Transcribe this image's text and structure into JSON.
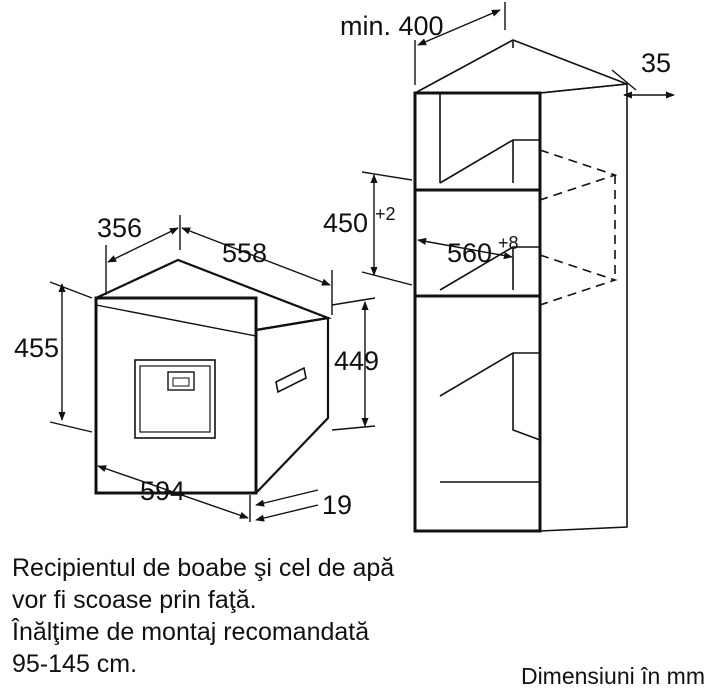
{
  "dimensions": {
    "cabinet_min_width": "min. 400",
    "cabinet_gap": "35",
    "niche_height": "450",
    "niche_height_tol": "+2",
    "niche_width": "560",
    "niche_width_tol": "+8",
    "appliance_depth": "356",
    "appliance_width": "558",
    "appliance_front_height": "455",
    "appliance_body_height": "449",
    "appliance_front_width": "594",
    "front_panel_depth": "19"
  },
  "notes": [
    "Recipientul de boabe şi cel de apă",
    "vor fi scoase prin faţă.",
    "Înălţime de montaj recomandată",
    "95-145 cm."
  ],
  "units_label": "Dimensiuni în mm"
}
